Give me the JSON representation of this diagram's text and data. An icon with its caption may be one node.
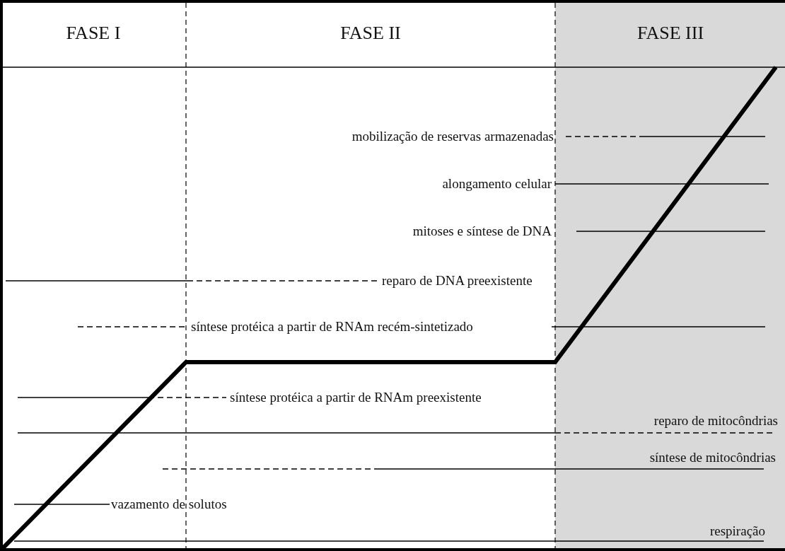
{
  "diagram": {
    "labels": [
      "FASE I",
      "FASE II",
      "FASE III",
      "mobilização de reservas armazenadas",
      "alongamento celular",
      "mitoses e síntese de DNA",
      "reparo de DNA preexistente",
      "síntese protéica a partir de RNAm recém-sintetizado",
      "síntese protéica a partir de RNAm preexistente",
      "reparo de mitocôndrias",
      "síntese de mitocôndrias",
      "vazamento de solutos",
      "respiração"
    ]
  }
}
